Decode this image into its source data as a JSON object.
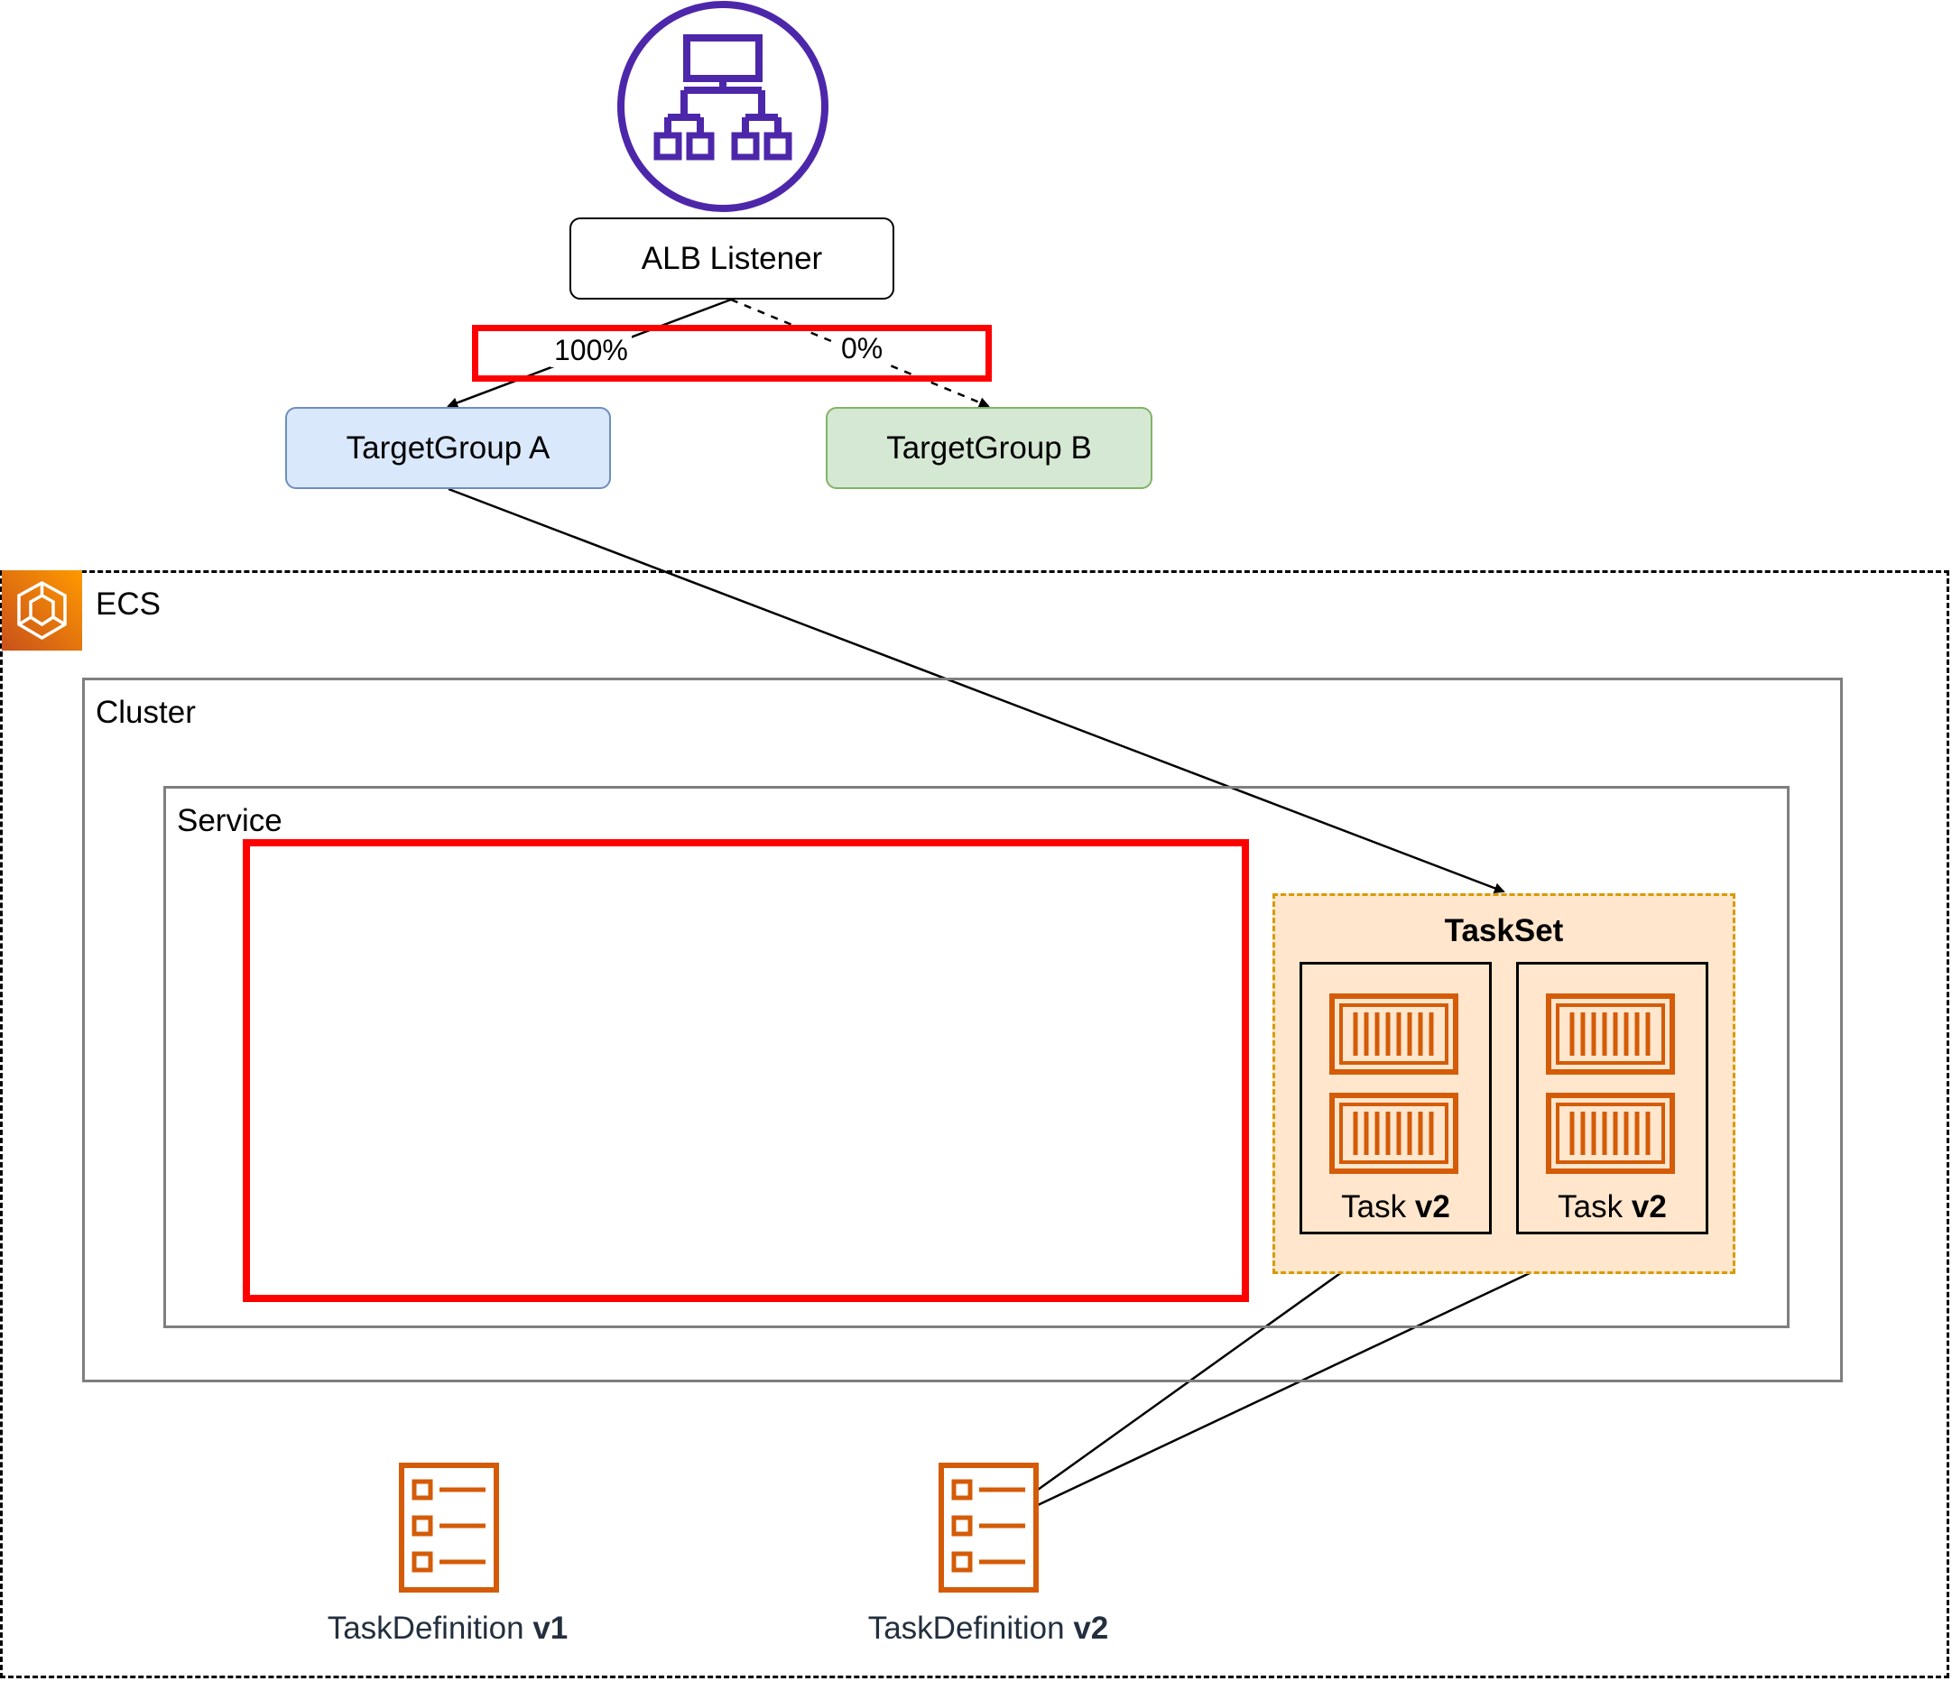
{
  "listener": {
    "label": "ALB Listener"
  },
  "target_groups": [
    {
      "label": "TargetGroup A",
      "weight": "100%"
    },
    {
      "label": "TargetGroup B",
      "weight": "0%"
    }
  ],
  "ecs": {
    "label": "ECS",
    "cluster": {
      "label": "Cluster",
      "service": {
        "label": "Service",
        "taskset": {
          "label": "TaskSet",
          "tasks": [
            {
              "prefix": "Task ",
              "version": "v2"
            },
            {
              "prefix": "Task ",
              "version": "v2"
            }
          ]
        }
      }
    },
    "task_definitions": [
      {
        "prefix": "TaskDefinition ",
        "version": "v1"
      },
      {
        "prefix": "TaskDefinition ",
        "version": "v2"
      }
    ]
  },
  "colors": {
    "alb_purple": "#4d27aa",
    "ecs_orange": "#e7701b",
    "icon_orange": "#d45b07",
    "highlight_red": "#ff0000",
    "targetgroup_a_fill": "#dae8fc",
    "targetgroup_b_fill": "#d5e8d4",
    "taskset_fill": "#ffe6cc"
  },
  "icons": {
    "alb": "application-load-balancer-icon",
    "ecs": "elastic-container-service-icon",
    "task_container": "container-icon",
    "task_definition": "task-definition-icon"
  }
}
